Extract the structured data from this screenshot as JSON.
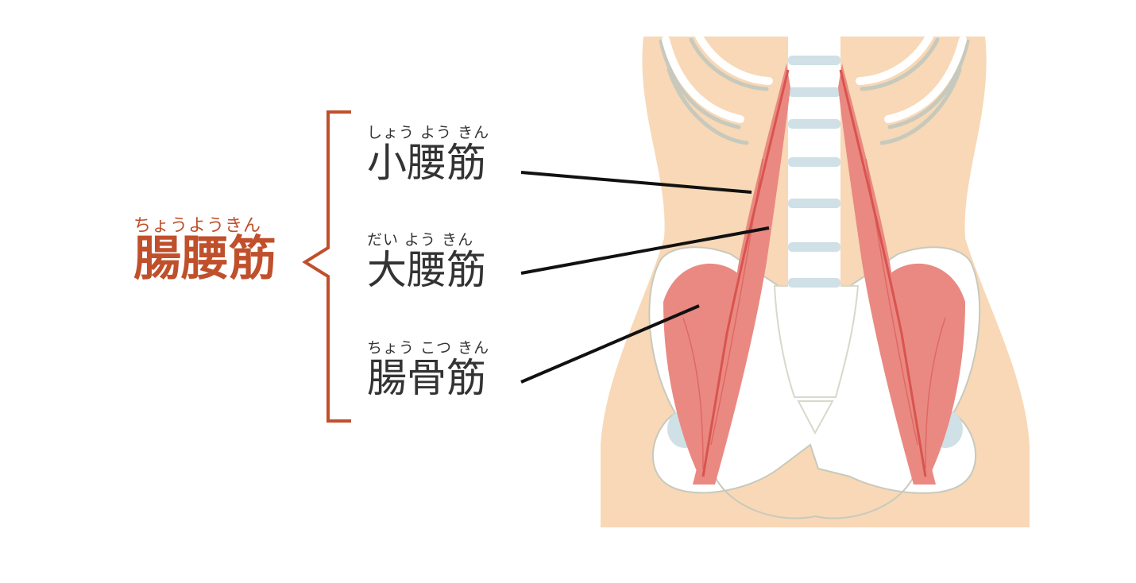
{
  "colors": {
    "accent": "#c0502b",
    "text": "#333333",
    "skin": "#f8d8b6",
    "bone": "#ffffff",
    "muscle": "#e98982",
    "muscle_dark": "#d9544e",
    "disc": "#cfe0e6"
  },
  "group": {
    "ruby": "ちょうようきん",
    "title": "腸腰筋"
  },
  "labels": [
    {
      "ruby": "しょう よう きん",
      "text": "小腰筋"
    },
    {
      "ruby": "だい よう きん",
      "text": "大腰筋"
    },
    {
      "ruby": "ちょう こつ きん",
      "text": "腸骨筋"
    }
  ]
}
